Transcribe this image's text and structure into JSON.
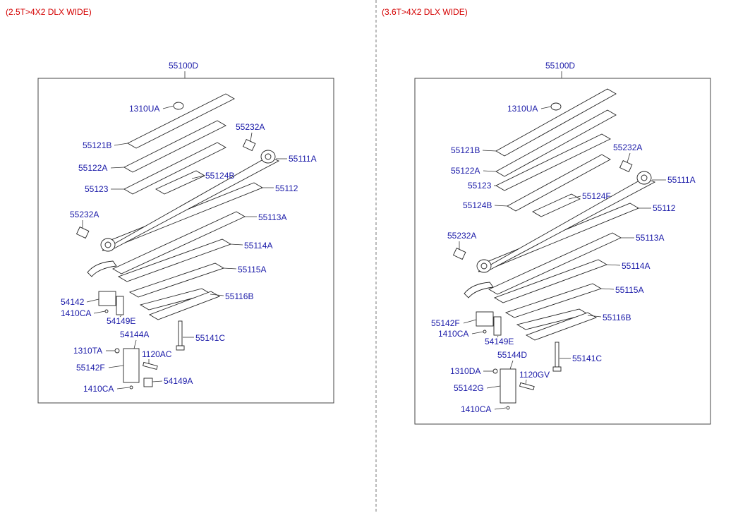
{
  "variants": [
    {
      "title": "(2.5T>4X2 DLX WIDE)",
      "assembly": "55100D",
      "callouts": {
        "c1310UA": "1310UA",
        "c55121B": "55121B",
        "c55232A_top": "55232A",
        "c55122A": "55122A",
        "c55111A": "55111A",
        "c55124B": "55124B",
        "c55123": "55123",
        "c55112": "55112",
        "c55232A_side": "55232A",
        "c55113A": "55113A",
        "c55114A": "55114A",
        "c55115A": "55115A",
        "c54142": "54142",
        "c1410CA_a": "1410CA",
        "c55116B": "55116B",
        "c54149E": "54149E",
        "c54144A": "54144A",
        "c55141C": "55141C",
        "c1310TA": "1310TA",
        "c1120AC": "1120AC",
        "c55142F": "55142F",
        "c1410CA_b": "1410CA",
        "c54149A": "54149A"
      }
    },
    {
      "title": "(3.6T>4X2 DLX WIDE)",
      "assembly": "55100D",
      "callouts": {
        "c1310UA": "1310UA",
        "c55121B": "55121B",
        "c55232A_top": "55232A",
        "c55122A": "55122A",
        "c55111A": "55111A",
        "c55123": "55123",
        "c55124F": "55124F",
        "c55124B": "55124B",
        "c55112": "55112",
        "c55232A_side": "55232A",
        "c55113A": "55113A",
        "c55114A": "55114A",
        "c55115A": "55115A",
        "c55142F": "55142F",
        "c1410CA_a": "1410CA",
        "c55116B": "55116B",
        "c54149E": "54149E",
        "c55144D": "55144D",
        "c55141C": "55141C",
        "c1310DA": "1310DA",
        "c1120GV": "1120GV",
        "c55142G": "55142G",
        "c1410CA_b": "1410CA"
      }
    }
  ],
  "colors": {
    "title": "#d40000",
    "callout": "#1a1aa8",
    "line": "#222222"
  }
}
